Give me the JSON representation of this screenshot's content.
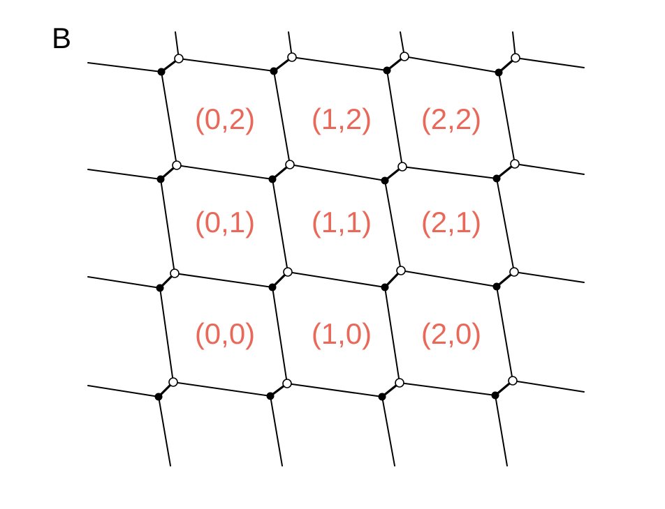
{
  "panel_label": "B",
  "colors": {
    "line": "#000000",
    "label": "#e8695a",
    "filled_site": "#000000",
    "open_site": "#ffffff"
  },
  "cells": [
    {
      "label": "(0,2)",
      "i": 0,
      "j": 2
    },
    {
      "label": "(1,2)",
      "i": 1,
      "j": 2
    },
    {
      "label": "(2,2)",
      "i": 2,
      "j": 2
    },
    {
      "label": "(0,1)",
      "i": 0,
      "j": 1
    },
    {
      "label": "(1,1)",
      "i": 1,
      "j": 1
    },
    {
      "label": "(2,1)",
      "i": 2,
      "j": 1
    },
    {
      "label": "(0,0)",
      "i": 0,
      "j": 0
    },
    {
      "label": "(1,0)",
      "i": 1,
      "j": 0
    },
    {
      "label": "(2,0)",
      "i": 2,
      "j": 0
    }
  ]
}
